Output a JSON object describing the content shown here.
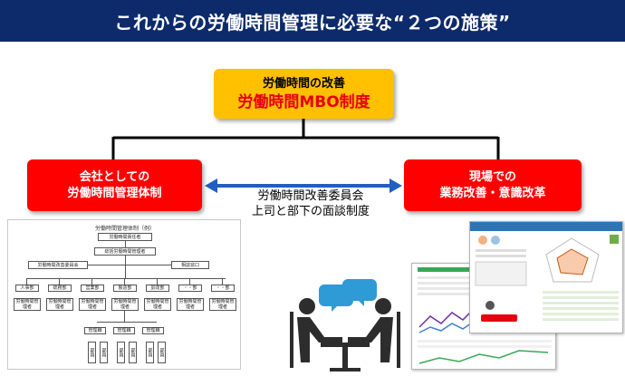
{
  "header": {
    "title": "これからの労働時間管理に必要な“２つの施策”"
  },
  "top_box": {
    "line1": "労働時間の改善",
    "line2": "労働時間MBO制度"
  },
  "left_box": {
    "line1": "会社としての",
    "line2": "労働時間管理体制"
  },
  "right_box": {
    "line1": "現場での",
    "line2": "業務改善・意識改革"
  },
  "middle": {
    "line1": "労働時間改善委員会",
    "line2": "上司と部下の面談制度"
  },
  "org_chart": {
    "title": "労働時間管理体制（例）",
    "top_roles": [
      "労働時間責任者",
      "総括労働時間管理者"
    ],
    "committee": "労働時間改善委員会",
    "consult": "相談窓口",
    "departments": [
      "人事部",
      "総務部",
      "営業部",
      "製造部",
      "調達部",
      "・・部",
      "・・部"
    ],
    "dept_manager": "労働時間管理者",
    "staff_label": "管理職",
    "member_label": "部員"
  },
  "colors": {
    "banner": "#0d2a6b",
    "top_box": "#ffc000",
    "side_box": "#ff0000",
    "arrow": "#1f5fbf",
    "bubble": "#2e9ad6"
  }
}
